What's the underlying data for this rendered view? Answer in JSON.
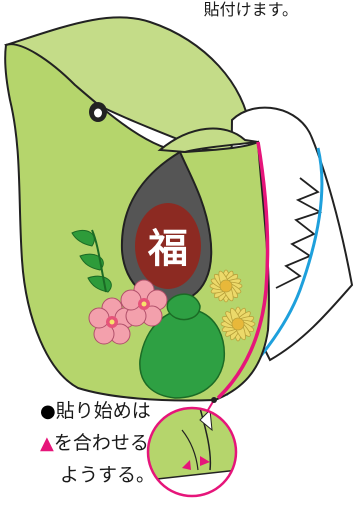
{
  "top_instruction": "貼付けます。",
  "seal_character": "福",
  "note": {
    "line1_marker": "●",
    "line1_text": "貼り始めは",
    "line2_marker": "▲",
    "line2_text": "を合わせる",
    "line3_text": "ようする。"
  },
  "colors": {
    "body_green": "#b5d56c",
    "dark_outline": "#222222",
    "accent_magenta": "#e6157a",
    "accent_blue": "#1ea0dc",
    "seal_maroon": "#8c2a22",
    "flower_pink": "#f3a0ac",
    "chrysanthemum_yellow": "#ecd96a",
    "leaf_green": "#2e9b3a"
  }
}
